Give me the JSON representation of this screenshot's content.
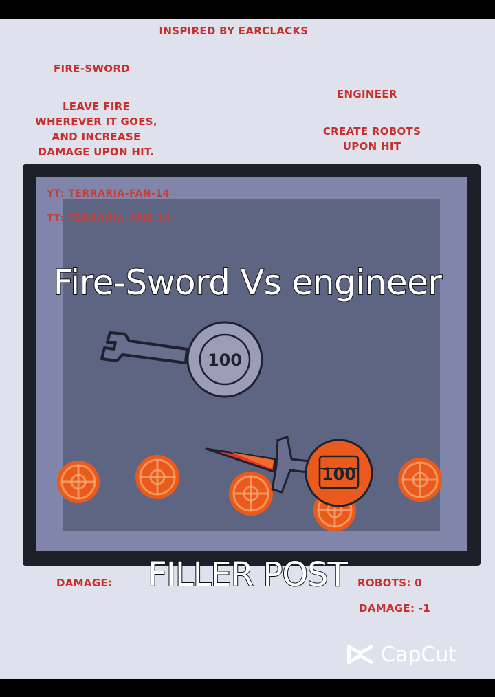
{
  "header": {
    "inspired_by": "INSPIRED BY EARCLACKS"
  },
  "left_fighter": {
    "name": "FIRE-SWORD",
    "description_lines": [
      "LEAVE FIRE",
      "WHEREVER IT GOES,",
      "AND INCREASE",
      "DAMAGE UPON HIT."
    ],
    "stat_label": "DAMAGE:",
    "health": "100",
    "color": "#ea5a1c"
  },
  "right_fighter": {
    "name": "ENGINEER",
    "description_lines": [
      "CREATE ROBOTS",
      "UPON HIT"
    ],
    "robots_stat": "ROBOTS: 0",
    "damage_stat": "DAMAGE: -1",
    "health": "100",
    "color": "#9b9db8"
  },
  "credits": {
    "yt": "YT:  TERRARIA-FAN-14",
    "tt": "TT:  TERRARIA_FAN_14"
  },
  "overlay": {
    "title": "Fire-Sword Vs engineer",
    "caption": "FILLER POST"
  },
  "watermark": {
    "label": "CapCut",
    "icon": "capcut-logo-icon"
  },
  "colors": {
    "label_red": "#c8302e",
    "arena_border": "#1c2129",
    "arena_outer": "#8285aa",
    "arena_inner": "#5e6582",
    "fire_orb": "#ea5a1c",
    "page_bg": "#dfe1ec"
  }
}
